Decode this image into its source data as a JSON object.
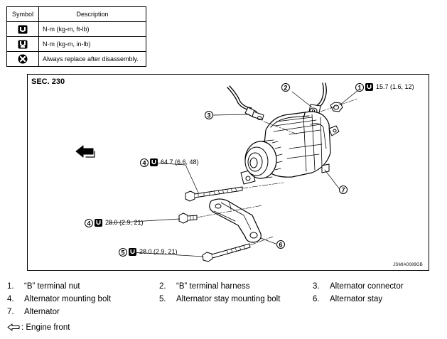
{
  "legend": {
    "header_symbol": "Symbol",
    "header_description": "Description",
    "rows": [
      {
        "icon": "torque-wrench-icon",
        "description": "N·m (kg-m, ft-lb)"
      },
      {
        "icon": "torque-wrench-small-icon",
        "description": "N·m (kg-m, in-lb)"
      },
      {
        "icon": "always-replace-icon",
        "description": "Always replace after disassembly."
      }
    ]
  },
  "diagram": {
    "section": "SEC. 230",
    "figure_code": "JSMIA0089GB",
    "callouts": [
      {
        "num": "1",
        "torque": "15.7 (1.6, 12)"
      },
      {
        "num": "2",
        "torque": ""
      },
      {
        "num": "3",
        "torque": ""
      },
      {
        "num": "4",
        "torque": "64.7 (6.6, 48)"
      },
      {
        "num": "4",
        "torque": "28.0 (2.9, 21)"
      },
      {
        "num": "5",
        "torque": "28.0 (2.9, 21)"
      },
      {
        "num": "6",
        "torque": ""
      },
      {
        "num": "7",
        "torque": ""
      }
    ]
  },
  "parts": [
    {
      "num": "1.",
      "name": "“B” terminal nut"
    },
    {
      "num": "2.",
      "name": "“B” terminal harness"
    },
    {
      "num": "3.",
      "name": "Alternator connector"
    },
    {
      "num": "4.",
      "name": "Alternator mounting bolt"
    },
    {
      "num": "5.",
      "name": "Alternator stay mounting bolt"
    },
    {
      "num": "6.",
      "name": "Alternator stay"
    },
    {
      "num": "7.",
      "name": "Alternator"
    }
  ],
  "engine_front_label": ": Engine front"
}
